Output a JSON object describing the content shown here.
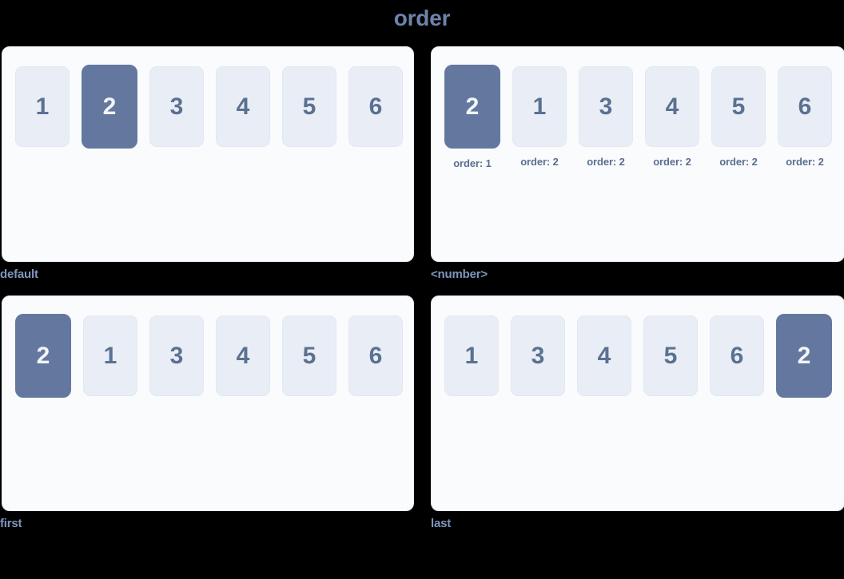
{
  "title": "order",
  "colors": {
    "background": "#000000",
    "panel_bg": "#fafbfd",
    "panel_border": "#e6eaf2",
    "item_bg": "#e9edf6",
    "item_text": "#5b7191",
    "item_active_bg": "#64789f",
    "item_active_text": "#f2f5fa",
    "title_text": "#6d84aa",
    "caption_text": "#7e96bd",
    "order_label_text": "#5b6e90"
  },
  "panels": [
    {
      "id": "default",
      "caption": "default",
      "show_order_labels": false,
      "items": [
        {
          "label": "1",
          "active": false
        },
        {
          "label": "2",
          "active": true
        },
        {
          "label": "3",
          "active": false
        },
        {
          "label": "4",
          "active": false
        },
        {
          "label": "5",
          "active": false
        },
        {
          "label": "6",
          "active": false
        }
      ]
    },
    {
      "id": "number",
      "caption": "<number>",
      "show_order_labels": true,
      "items": [
        {
          "label": "2",
          "active": true,
          "order_label": "order: 1"
        },
        {
          "label": "1",
          "active": false,
          "order_label": "order: 2"
        },
        {
          "label": "3",
          "active": false,
          "order_label": "order: 2"
        },
        {
          "label": "4",
          "active": false,
          "order_label": "order: 2"
        },
        {
          "label": "5",
          "active": false,
          "order_label": "order: 2"
        },
        {
          "label": "6",
          "active": false,
          "order_label": "order: 2"
        }
      ]
    },
    {
      "id": "first",
      "caption": "first",
      "show_order_labels": false,
      "items": [
        {
          "label": "2",
          "active": true
        },
        {
          "label": "1",
          "active": false
        },
        {
          "label": "3",
          "active": false
        },
        {
          "label": "4",
          "active": false
        },
        {
          "label": "5",
          "active": false
        },
        {
          "label": "6",
          "active": false
        }
      ]
    },
    {
      "id": "last",
      "caption": "last",
      "show_order_labels": false,
      "items": [
        {
          "label": "1",
          "active": false
        },
        {
          "label": "3",
          "active": false
        },
        {
          "label": "4",
          "active": false
        },
        {
          "label": "5",
          "active": false
        },
        {
          "label": "6",
          "active": false
        },
        {
          "label": "2",
          "active": true
        }
      ]
    }
  ]
}
